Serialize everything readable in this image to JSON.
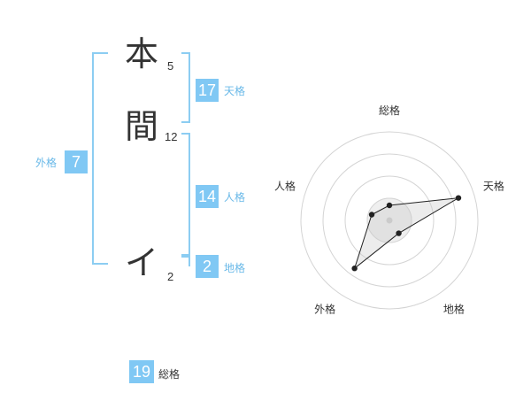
{
  "name": {
    "chars": [
      {
        "char": "本",
        "strokes": "5"
      },
      {
        "char": "間",
        "strokes": "12"
      },
      {
        "char": "イ",
        "strokes": "2"
      }
    ]
  },
  "fortune": {
    "tenkaku": {
      "value": "17",
      "label": "天格"
    },
    "jinkaku": {
      "value": "14",
      "label": "人格"
    },
    "chikaku": {
      "value": "2",
      "label": "地格"
    },
    "gaikaku": {
      "value": "7",
      "label": "外格"
    },
    "soukaku": {
      "value": "19",
      "label": "総格"
    }
  },
  "colors": {
    "accent": "#80c8f4",
    "bracket": "#8ccdf2",
    "label": "#6ab9e8"
  },
  "chart_data": {
    "type": "radar",
    "axes": [
      "総格",
      "天格",
      "地格",
      "外格",
      "人格"
    ],
    "values": [
      0.17,
      0.82,
      0.18,
      0.67,
      0.21
    ],
    "max": 1,
    "rings": 4,
    "grid": true
  }
}
